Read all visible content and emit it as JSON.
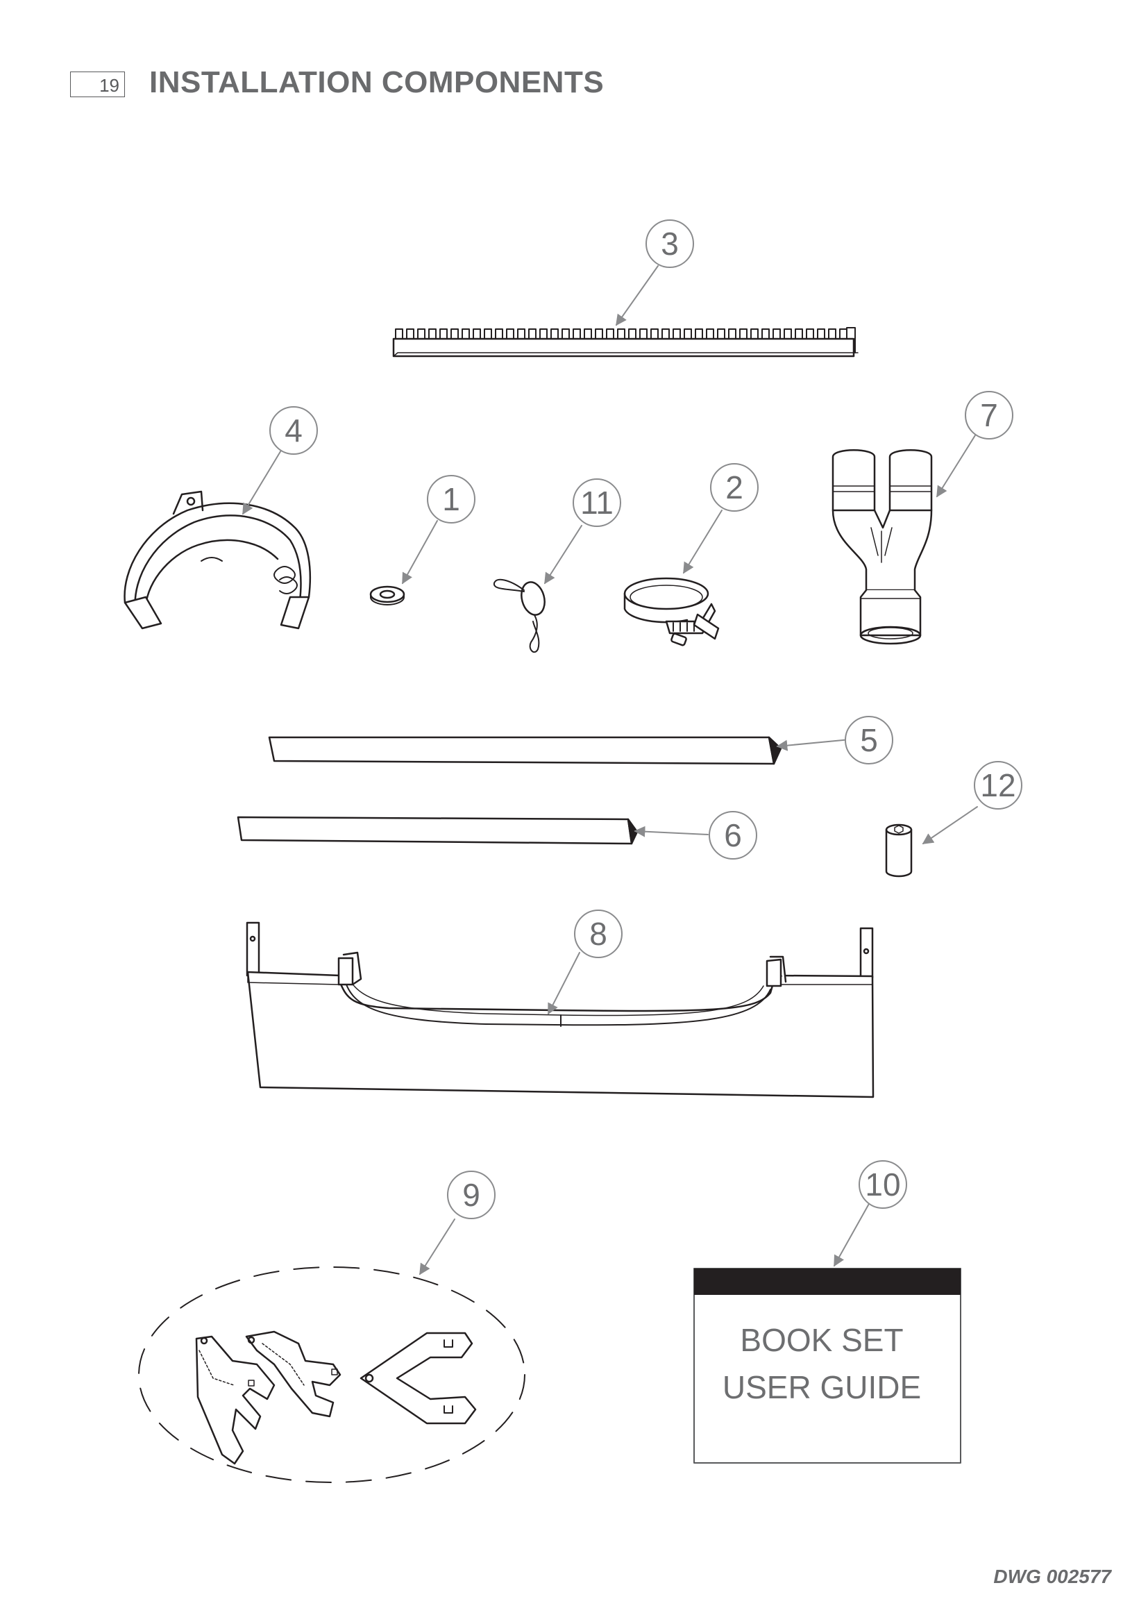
{
  "header": {
    "page_number": "19",
    "title": "INSTALLATION COMPONENTS"
  },
  "callouts": [
    "3",
    "4",
    "1",
    "11",
    "2",
    "7",
    "5",
    "12",
    "6",
    "8",
    "9",
    "10"
  ],
  "book": {
    "line1": "BOOK SET",
    "line2": "USER GUIDE"
  },
  "footer": {
    "drawing_number": "DWG 002577"
  }
}
